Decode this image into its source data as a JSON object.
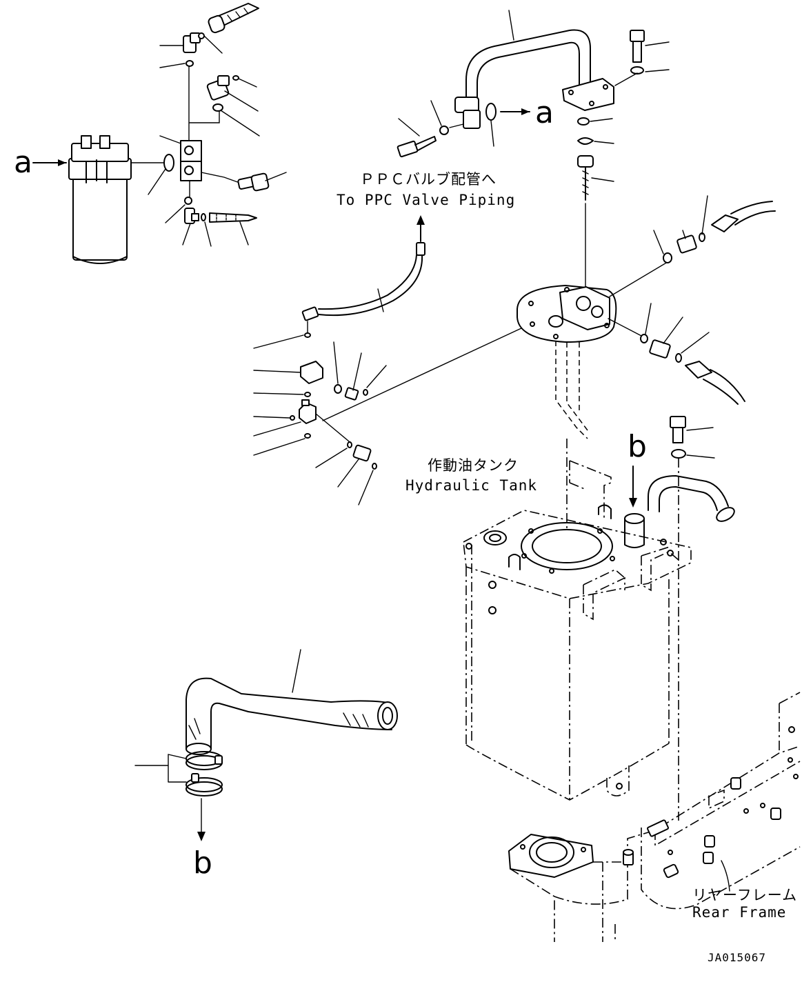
{
  "labels": {
    "ppc_jp": "ＰＰＣバルブ配管へ",
    "ppc_en": "To PPC Valve Piping",
    "tank_jp": "作動油タンク",
    "tank_en": "Hydraulic Tank",
    "frame_jp": "リヤーフレーム",
    "frame_en": "Rear Frame",
    "drawing_code": "JA015067"
  },
  "markers": {
    "a_left": "a",
    "a_right": "a",
    "b_top": "b",
    "b_bottom": "b"
  }
}
